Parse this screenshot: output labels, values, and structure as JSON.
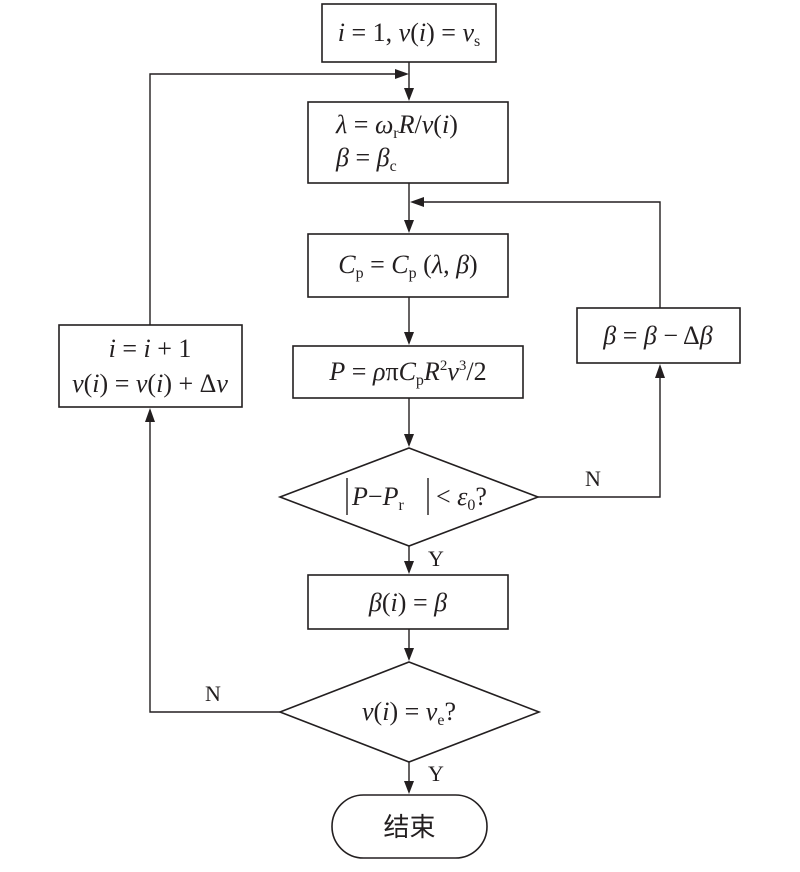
{
  "nodes": {
    "init": "i = 1, v(i) = v_s",
    "lambda": "λ = ω_r R/v(i)",
    "beta_c": "β = β_c",
    "cp": "C_p = C_p (λ, β)",
    "power": "P = ρπC_p R²v³/2",
    "check_power": "|P−P_r| < ε₀?",
    "beta_dec": "β = β − Δβ",
    "beta_store": "β(i) = β",
    "check_v": "v(i) = v_e?",
    "increment_i": "i = i + 1",
    "increment_v": "v(i) = v(i) + Δv",
    "end": "结束"
  },
  "labels": {
    "n1": "N",
    "n2": "N",
    "y1": "Y",
    "y2": "Y"
  }
}
